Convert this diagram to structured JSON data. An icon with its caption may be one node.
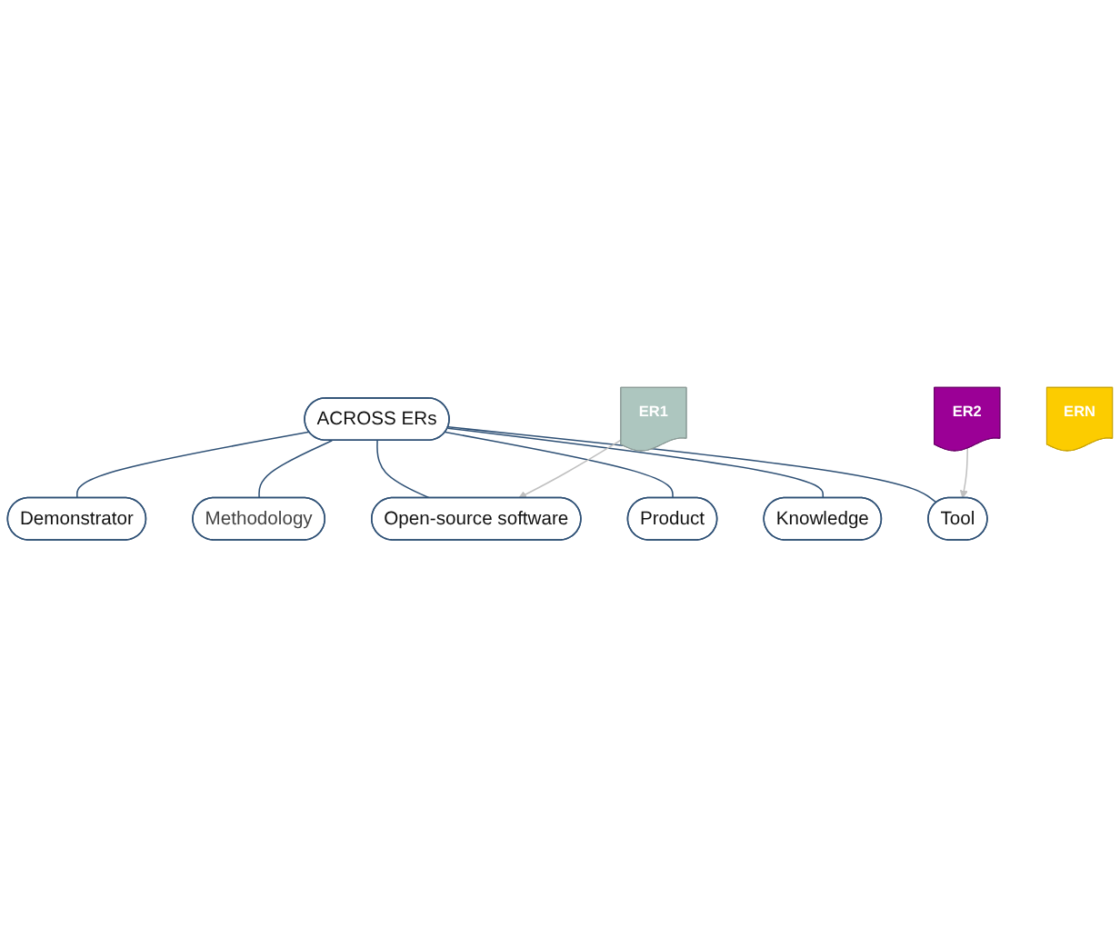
{
  "diagram": {
    "nodes": [
      {
        "text": [
          "ACROSS ERs"
        ]
      },
      {
        "text": [
          "Demonstrator"
        ]
      },
      {
        "text": [
          "Methodology"
        ]
      },
      {
        "text": [
          "Open-source software"
        ]
      },
      {
        "text": [
          "Product"
        ]
      },
      {
        "text": [
          "Knowledge"
        ]
      },
      {
        "text": [
          "Tool"
        ]
      },
      {
        "text": [
          "ER1"
        ]
      },
      {
        "text": [
          "ER2"
        ]
      },
      {
        "text": [
          "ERN"
        ]
      }
    ],
    "edges": [
      {
        "from": 0,
        "to": 1,
        "arrow": "none"
      },
      {
        "from": 0,
        "to": 2,
        "arrow": "none"
      },
      {
        "from": 0,
        "to": 3,
        "arrow": "none"
      },
      {
        "from": 0,
        "to": 4,
        "arrow": "none"
      },
      {
        "from": 0,
        "to": 5,
        "arrow": "none"
      },
      {
        "from": 0,
        "to": 6,
        "arrow": "none"
      },
      {
        "from": 7,
        "to": 3,
        "arrow": "to",
        "color": "#c0c0c0"
      },
      {
        "from": 8,
        "to": 6,
        "arrow": "to",
        "color": "#c0c0c0"
      }
    ]
  }
}
